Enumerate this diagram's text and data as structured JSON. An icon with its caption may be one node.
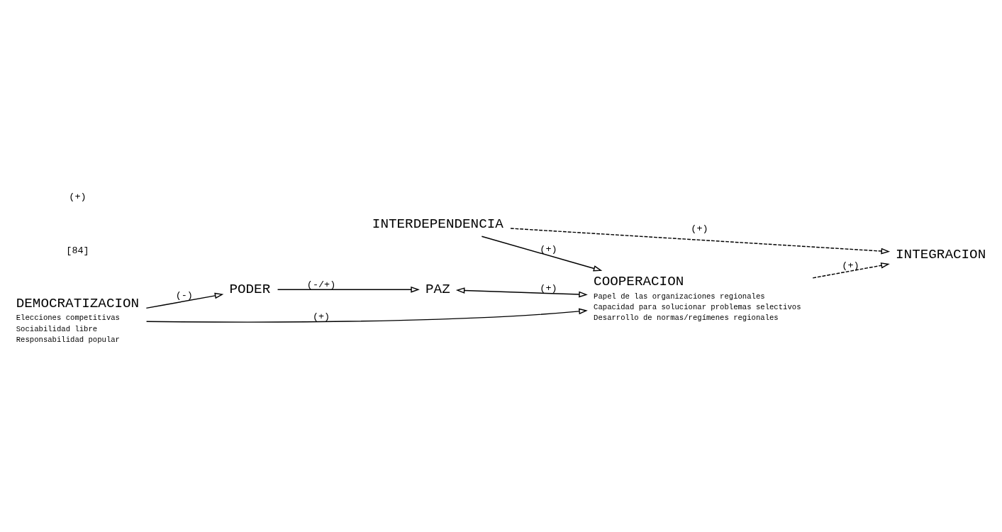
{
  "diagram": {
    "nodes": [
      {
        "text": [
          "PODER"
        ]
      },
      {
        "text": [
          "PAZ"
        ]
      },
      {
        "text": [
          "DEMOCRATIZACION",
          "Elecciones competitivas",
          "Sociabilidad libre",
          "Responsabilidad popular"
        ]
      },
      {
        "text": [
          "COOPERACION",
          "Papel de las organizaciones regionales",
          "Capacidad para solucionar problemas selectivos",
          "Desarrollo de normas/regímenes regionales"
        ]
      },
      {
        "text": [
          "INTERDEPENDENCIA"
        ]
      },
      {
        "text": [
          "INTEGRACION"
        ]
      }
    ],
    "edges": [
      {
        "from": 2,
        "to": 0,
        "arrow": "to",
        "label": "(-)"
      },
      {
        "from": 0,
        "to": 1,
        "arrow": "to",
        "label": "(-/+)"
      },
      {
        "from": 1,
        "to": 3,
        "arrow": "both",
        "label": "(+)"
      },
      {
        "from": 2,
        "to": 3,
        "arrow": "to",
        "label": "(+)"
      },
      {
        "from": 4,
        "to": 3,
        "arrow": "to",
        "label": "(+)"
      },
      {
        "from": 3,
        "to": 5,
        "arrow": "to",
        "label": "(+)",
        "style": "dashed"
      },
      {
        "from": 4,
        "to": 5,
        "arrow": "to",
        "label": "(+)",
        "style": "dashed"
      }
    ],
    "labels": [
      "[84]",
      "(+)"
    ]
  }
}
